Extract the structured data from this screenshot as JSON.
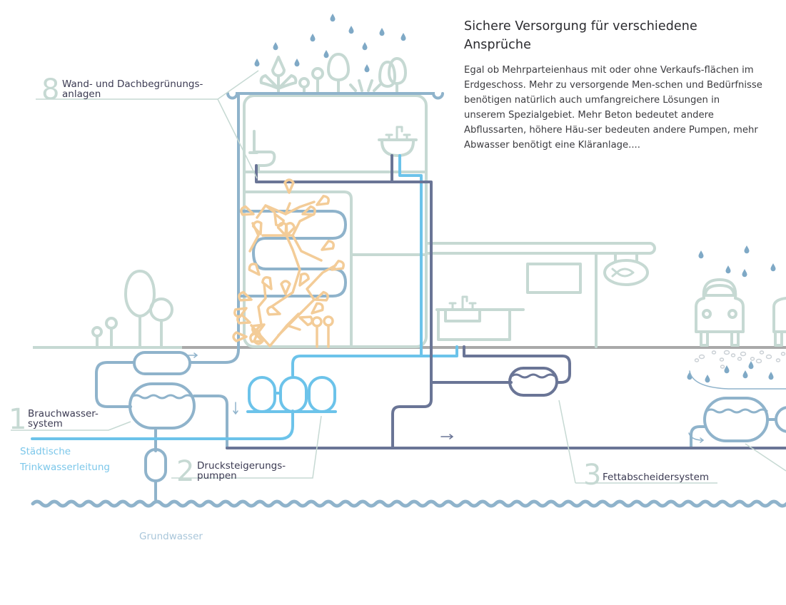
{
  "info": {
    "title_line1": "Sichere Versorgung für verschiedene",
    "title_line2": "Ansprüche",
    "body": "Egal ob Mehrparteienhaus mit oder ohne Verkaufs-flächen im Erdgeschoss. Mehr zu versorgende Men-schen und Bedürfnisse benötigen natürlich auch umfangreichere Lösungen in unserem Spezialgebiet. Mehr Beton bedeutet andere Abflussarten, höhere Häu-ser bedeuten andere Pumpen, mehr Abwasser benötigt eine Kläranlage...."
  },
  "callouts": [
    {
      "number": "8",
      "line1": "Wand- und Dachbegrünungs-",
      "line2": "anlagen"
    },
    {
      "number": "1",
      "line1": "Brauchwasser-",
      "line2": "system"
    },
    {
      "number": "2",
      "line1": "Drucksteigerungs-",
      "line2": "pumpen"
    },
    {
      "number": "3",
      "line1": "Fettabscheidersystem",
      "line2": ""
    }
  ],
  "labels": {
    "city_water_line1": "Städtische",
    "city_water_line2": "Trinkwasserleitung",
    "groundwater": "Grundwasser"
  },
  "flow_arrows": {
    "right": "→",
    "down": "↓"
  },
  "colors": {
    "fresh_water": "#6cc3ea",
    "grey_water": "#8fb3cb",
    "waste_water": "#6a7596",
    "structure": "#c6d9d3",
    "plants": "#f3cc98",
    "ground": "#a9a9a9",
    "rain": "#7fa9c6",
    "leader_line": "#c6d9d3"
  }
}
